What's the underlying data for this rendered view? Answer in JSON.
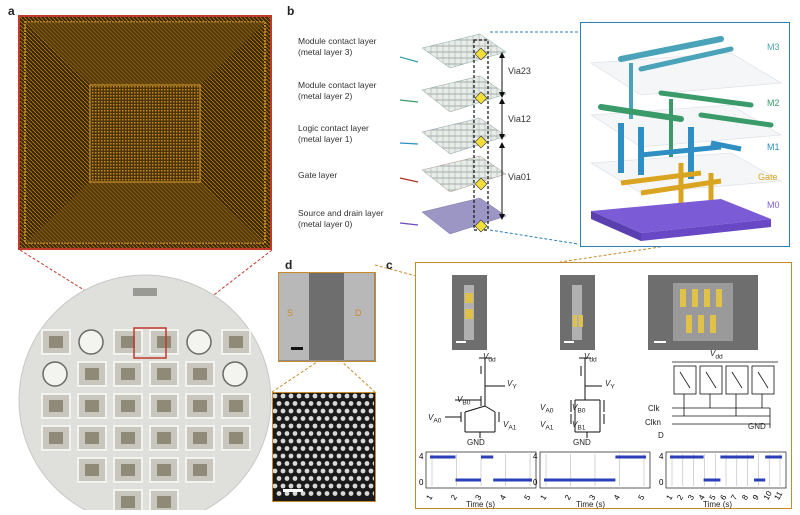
{
  "panels": {
    "a": "a",
    "b": "b",
    "c": "c",
    "d": "d"
  },
  "layers": [
    {
      "line1": "Module contact layer",
      "line2": "(metal layer 3)"
    },
    {
      "line1": "Module contact layer",
      "line2": "(metal layer 2)"
    },
    {
      "line1": "Logic contact layer",
      "line2": "(metal layer 1)"
    },
    {
      "line1": "Gate layer",
      "line2": ""
    },
    {
      "line1": "Source and drain layer",
      "line2": "(metal layer 0)"
    }
  ],
  "vias": [
    "Via23",
    "Via12",
    "Via01"
  ],
  "metal_labels": {
    "m3": "M3",
    "m2": "M2",
    "m1": "M1",
    "gate": "Gate",
    "m0": "M0"
  },
  "panel_d": {
    "source": "S",
    "drain": "D"
  },
  "circuits": [
    {
      "vdd": "V",
      "vdd_sub": "dd",
      "vy": "V",
      "vy_sub": "Y",
      "in1": "V",
      "in1_sub": "B0",
      "in2": "V",
      "in2_sub": "A0",
      "in3": "V",
      "in3_sub": "A1",
      "gnd": "GND"
    },
    {
      "vdd": "V",
      "vdd_sub": "dd",
      "vy": "V",
      "vy_sub": "Y",
      "in1": "V",
      "in1_sub": "A0",
      "in2": "V",
      "in2_sub": "B0",
      "in3": "V",
      "in3_sub": "A1",
      "in4": "V",
      "in4_sub": "B1",
      "gnd": "GND"
    },
    {
      "vdd": "V",
      "vdd_sub": "dd",
      "clk": "Clk",
      "clkn": "Clkn",
      "d": "D",
      "gnd": "GND"
    }
  ],
  "plots": [
    {
      "xlabel": "Time (s)",
      "xticks": [
        "1",
        "2",
        "3",
        "4",
        "5"
      ],
      "yticks": [
        "4",
        "0"
      ]
    },
    {
      "xlabel": "Time (s)",
      "xticks": [
        "1",
        "2",
        "3",
        "4",
        "5"
      ],
      "yticks": [
        "4",
        "0"
      ]
    },
    {
      "xlabel": "Time (s)",
      "xticks": [
        "1",
        "2",
        "3",
        "4",
        "5",
        "6",
        "7",
        "8",
        "9",
        "10",
        "11"
      ],
      "yticks": [
        "4",
        "0"
      ]
    }
  ],
  "colors": {
    "m3": "#4aa3b8",
    "m2": "#3a9a6a",
    "m1": "#2f8fc4",
    "gate": "#d9a520",
    "m0": "#7b5cd6",
    "signal": "#2b3fb8",
    "orange": "#c98a2b",
    "blue": "#2a7fb8",
    "red": "#c0392b"
  }
}
